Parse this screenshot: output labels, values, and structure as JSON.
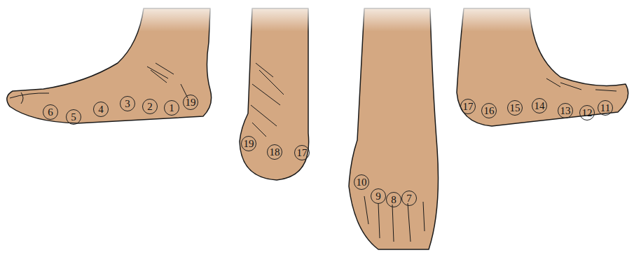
{
  "diagram": {
    "labels": [
      "6",
      "5",
      "4",
      "3",
      "2",
      "1",
      "19",
      "19",
      "18",
      "17",
      "10",
      "9",
      "8",
      "7",
      "17",
      "16",
      "15",
      "14",
      "13",
      "12",
      "11"
    ]
  }
}
